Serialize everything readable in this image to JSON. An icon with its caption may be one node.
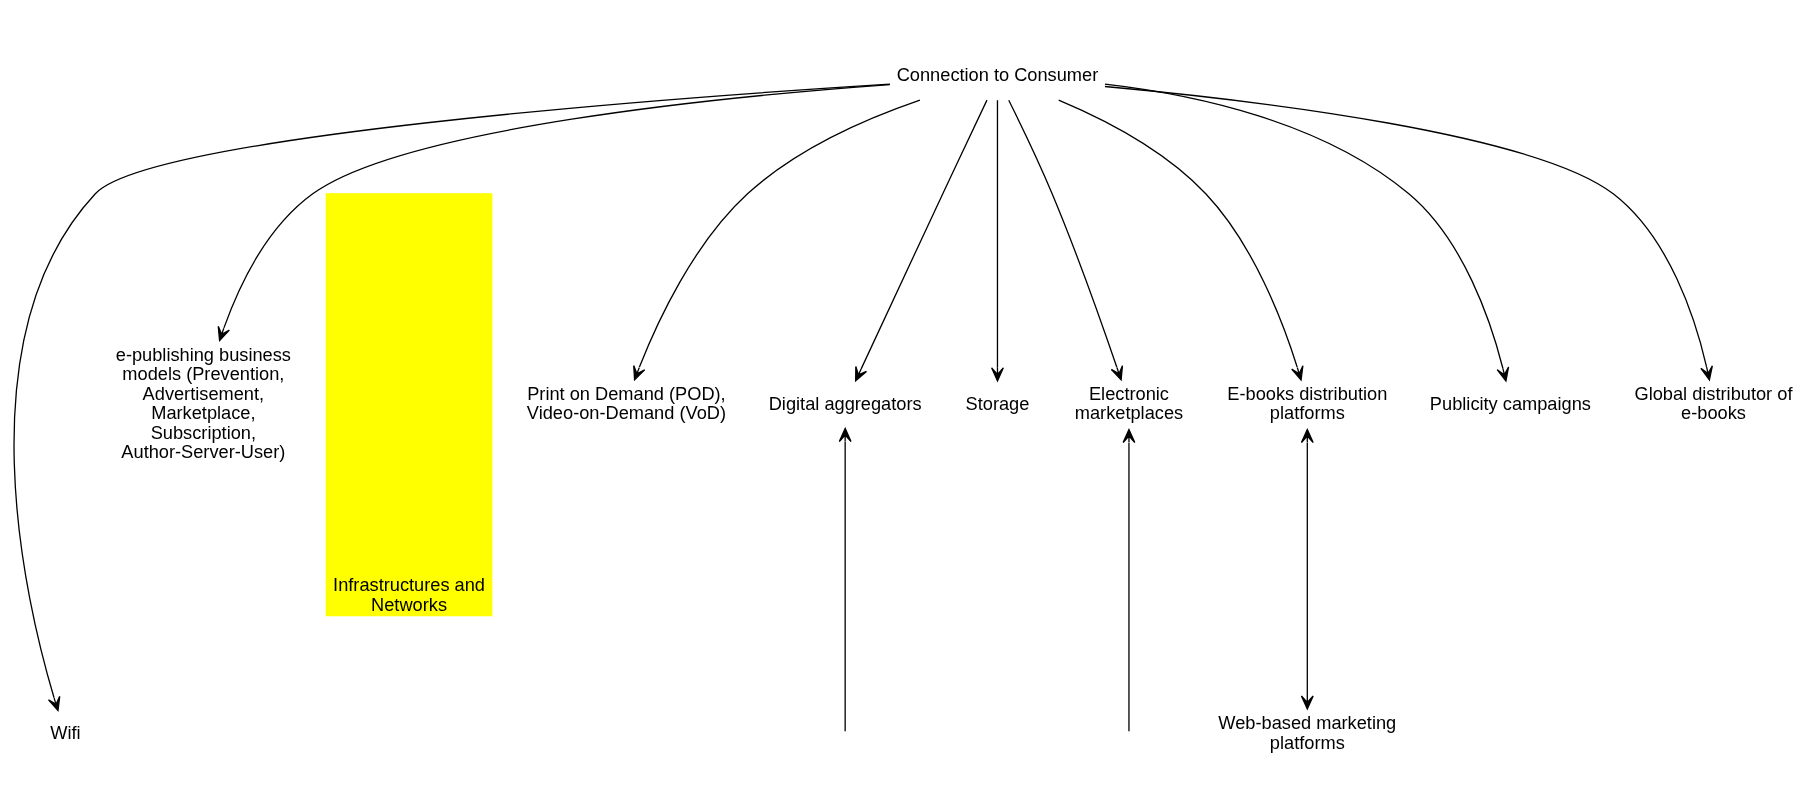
{
  "diagram": {
    "nodes": [
      {
        "text": [
          "Connection to Consumer"
        ]
      },
      {
        "text": [
          "Global distributor of e-books"
        ]
      },
      {
        "text": [
          "e-publishing business models (Prevention, Advertisement, Marketplace, Subscription, Author-Server-User)"
        ]
      },
      {
        "text": [
          "Print on Demand (POD), Video-on-Demand (VoD)"
        ]
      },
      {
        "text": [
          "Digital aggregators"
        ]
      },
      {
        "text": [
          "Storage"
        ]
      },
      {
        "text": [
          "Electronic marketplaces"
        ]
      },
      {
        "text": [
          "E-books distribution platforms"
        ]
      },
      {
        "text": [
          "Publicity campaigns"
        ]
      },
      {
        "text": [
          "Infrastructures and Networks"
        ]
      },
      {
        "text": [
          "Wifi"
        ]
      },
      {
        "text": [
          "Web-based marketing platforms"
        ]
      }
    ],
    "edges": [
      {
        "from": 0,
        "to": 1,
        "arrow": "to"
      },
      {
        "from": 0,
        "to": 2,
        "arrow": "to"
      },
      {
        "from": 0,
        "to": 3,
        "arrow": "to"
      },
      {
        "from": 0,
        "to": 4,
        "arrow": "to"
      },
      {
        "from": 0,
        "to": 5,
        "arrow": "to"
      },
      {
        "from": 0,
        "to": 10,
        "arrow": "to"
      },
      {
        "from": 0,
        "to": 6,
        "arrow": "to"
      },
      {
        "from": 0,
        "to": 7,
        "arrow": "to"
      },
      {
        "from": 0,
        "to": 8,
        "arrow": "to"
      },
      {
        "from": 7,
        "to": 11,
        "arrow": "both"
      },
      {
        "from": null,
        "to": 4,
        "arrow": "to"
      },
      {
        "from": null,
        "to": 6,
        "arrow": "to"
      }
    ]
  }
}
